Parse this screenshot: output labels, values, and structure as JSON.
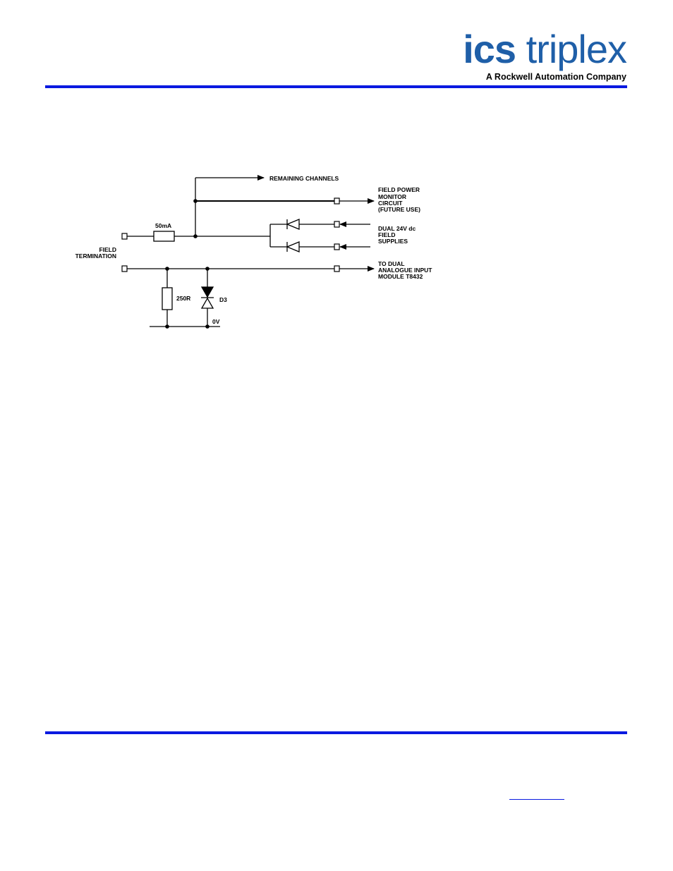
{
  "header": {
    "logo_word1": "ics",
    "logo_word2": "triplex",
    "tagline_prefix": "A ",
    "tagline_brand": "Rockwell Automation",
    "tagline_suffix": " Company"
  },
  "colors": {
    "rule": "#0a1ae0",
    "logo": "#1f5fa8"
  },
  "schematic": {
    "labels": {
      "remaining_channels": "REMAINING CHANNELS",
      "field_power_1": "FIELD POWER",
      "field_power_2": "MONITOR",
      "field_power_3": "CIRCUIT",
      "field_power_4": "(FUTURE USE)",
      "fuse": "50mA",
      "supplies_1": "DUAL 24V dc",
      "supplies_2": "FIELD",
      "supplies_3": "SUPPLIES",
      "field_1": "FIELD",
      "field_2": "TERMINATION",
      "to_dual_1": "TO DUAL",
      "to_dual_2": "ANALOGUE INPUT",
      "to_dual_3": "MODULE T8432",
      "resistor": "250R",
      "diode": "D3",
      "ground": "0V"
    }
  }
}
